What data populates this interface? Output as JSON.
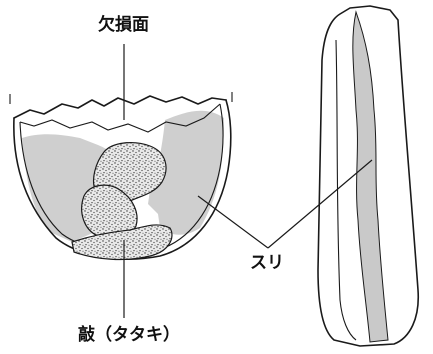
{
  "labels": {
    "broken_surface": "欠損面",
    "rubbed_surface": "スリ",
    "pecked_surface": "敲（タタキ）"
  },
  "colors": {
    "ink": "#1a1a1a",
    "rubbed_tone": "#c9c9c9",
    "paper": "#ffffff"
  }
}
